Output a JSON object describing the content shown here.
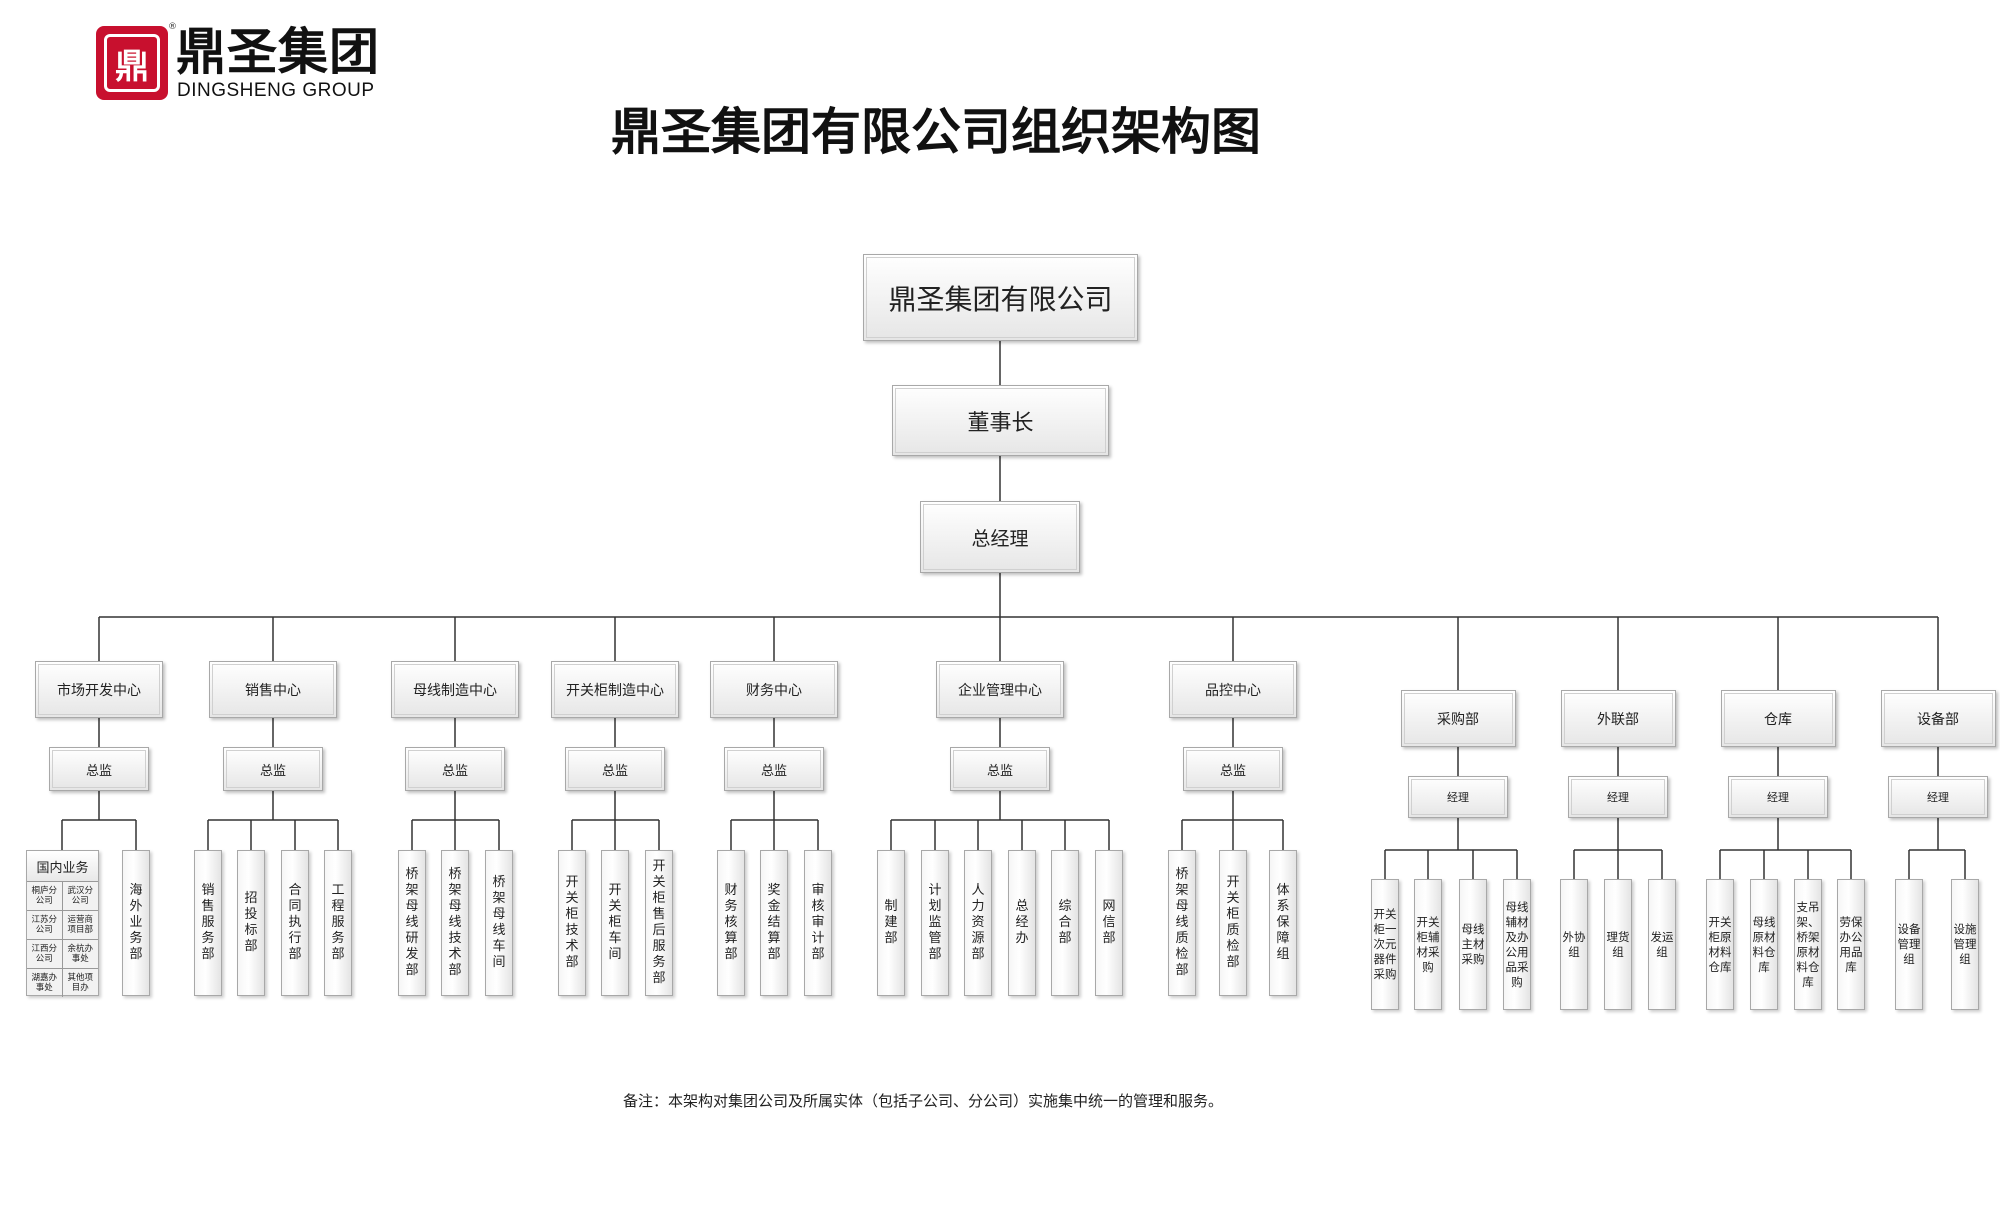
{
  "logo": {
    "cn": "鼎圣集团",
    "en": "DINGSHENG GROUP",
    "mark": "®",
    "emblem": "鼎"
  },
  "title": "鼎圣集团有限公司组织架构图",
  "company": "鼎圣集团有限公司",
  "chairman": "董事长",
  "general_manager": "总经理",
  "departments": [
    {
      "name": "市场开发中心",
      "head": "总监",
      "domestic": {
        "label": "国内业务",
        "units": [
          "桐庐分公司",
          "武汉分公司",
          "江苏分公司",
          "运营商项目部",
          "江西分公司",
          "余杭办事处",
          "湖嘉办事处",
          "其他项目办"
        ]
      },
      "children": [
        "海外业务部"
      ]
    },
    {
      "name": "销售中心",
      "head": "总监",
      "children": [
        "销售服务部",
        "招投标部",
        "合同执行部",
        "工程服务部"
      ]
    },
    {
      "name": "母线制造中心",
      "head": "总监",
      "children": [
        "桥架母线研发部",
        "桥架母线技术部",
        "桥架母线车间"
      ]
    },
    {
      "name": "开关柜制造中心",
      "head": "总监",
      "children": [
        "开关柜技术部",
        "开关柜车间",
        "开关柜售后服务部"
      ]
    },
    {
      "name": "财务中心",
      "head": "总监",
      "children": [
        "财务核算部",
        "奖金结算部",
        "审核审计部"
      ]
    },
    {
      "name": "企业管理中心",
      "head": "总监",
      "children": [
        "制建部",
        "计划监管部",
        "人力资源部",
        "总经办",
        "综合部",
        "网信部"
      ]
    },
    {
      "name": "品控中心",
      "head": "总监",
      "children": [
        "桥架母线质检部",
        "开关柜质检部",
        "体系保障组"
      ]
    },
    {
      "name": "采购部",
      "head": "经理",
      "children": [
        "开关柜一次元器件采购",
        "开关柜辅材采购",
        "母线主材采购",
        "母线辅材及办公用品采购"
      ]
    },
    {
      "name": "外联部",
      "head": "经理",
      "children": [
        "外协组",
        "理货组",
        "发运组"
      ]
    },
    {
      "name": "仓库",
      "head": "经理",
      "children": [
        "开关柜原材料仓库",
        "母线原材料仓库",
        "支吊架、桥架原材料仓库",
        "劳保办公用品库"
      ]
    },
    {
      "name": "设备部",
      "head": "经理",
      "children": [
        "设备管理组",
        "设施管理组"
      ]
    }
  ],
  "note": "备注：本架构对集团公司及所属实体（包括子公司、分公司）实施集中统一的管理和服务。",
  "colors": {
    "logo_red": "#c8102e",
    "line": "#333333",
    "border": "#a8a8a8"
  }
}
